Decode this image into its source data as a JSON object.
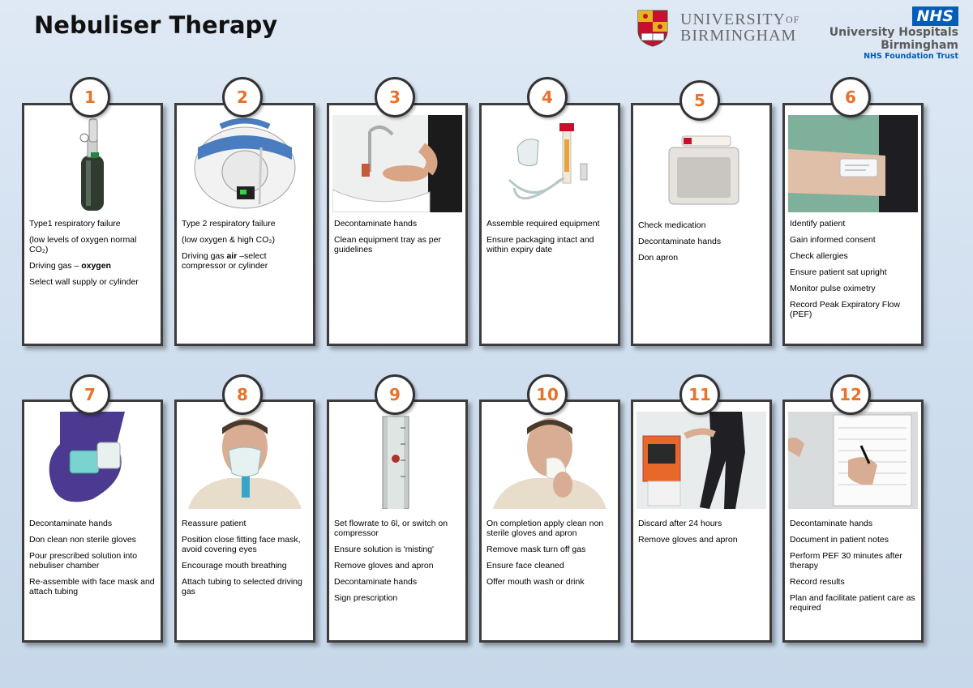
{
  "title": "Nebuliser Therapy",
  "logos": {
    "uob_line1": "UNIVERSITY",
    "uob_of": "OF",
    "uob_line2": "BIRMINGHAM",
    "nhs_badge": "NHS",
    "nhs_line1": "University Hospitals",
    "nhs_line2": "Birmingham",
    "nhs_trust": "NHS Foundation Trust"
  },
  "colors": {
    "step_number": "#e8722a",
    "nhs_blue": "#005eb8",
    "card_border": "#3d3d3d"
  },
  "steps": [
    {
      "number": "1",
      "image": "oxygen-cylinder",
      "items": [
        "Type1 respiratory failure",
        "(low levels of oxygen normal CO₂)",
        "Driving gas – oxygen",
        "Select wall supply or cylinder"
      ]
    },
    {
      "number": "2",
      "image": "air-compressor",
      "items": [
        "Type 2 respiratory failure",
        "(low oxygen & high CO₂)",
        "Driving gas air –select compressor or cylinder"
      ]
    },
    {
      "number": "3",
      "image": "hand-washing",
      "items": [
        "Decontaminate hands",
        "Clean equipment tray as per guidelines"
      ]
    },
    {
      "number": "4",
      "image": "nebuliser-equipment",
      "items": [
        "Assemble required equipment",
        "Ensure packaging intact and within expiry date"
      ]
    },
    {
      "number": "5",
      "image": "medication-tray",
      "items": [
        "Check medication",
        "Decontaminate hands",
        "Don apron"
      ]
    },
    {
      "number": "6",
      "image": "patient-wristband",
      "items": [
        "Identify patient",
        "Gain informed consent",
        "Check allergies",
        "Ensure patient sat upright",
        "Monitor pulse oximetry",
        "Record Peak Expiratory Flow (PEF)"
      ]
    },
    {
      "number": "7",
      "image": "gloved-hand-chamber",
      "items": [
        "Decontaminate hands",
        "Don clean non sterile gloves",
        "Pour prescribed solution into nebuliser chamber",
        "Re-assemble with face mask and attach tubing"
      ]
    },
    {
      "number": "8",
      "image": "patient-face-mask",
      "items": [
        "Reassure patient",
        "Position close fitting face mask, avoid covering eyes",
        "Encourage mouth breathing",
        "Attach tubing to selected driving gas"
      ]
    },
    {
      "number": "9",
      "image": "flowmeter",
      "items": [
        "Set flowrate to 6l, or switch on compressor",
        "Ensure solution is 'misting'",
        "Remove gloves and apron",
        "Decontaminate hands",
        "Sign prescription"
      ]
    },
    {
      "number": "10",
      "image": "patient-wiping-face",
      "items": [
        "On completion apply clean non sterile gloves and apron",
        "Remove mask turn off gas",
        "Ensure face cleaned",
        "Offer mouth wash or drink"
      ]
    },
    {
      "number": "11",
      "image": "clinical-waste-bin",
      "items": [
        "Discard after 24 hours",
        "Remove gloves and apron"
      ]
    },
    {
      "number": "12",
      "image": "documenting-notes",
      "items": [
        "Decontaminate hands",
        "Document in patient notes",
        "Perform PEF 30 minutes after therapy",
        "Record results",
        "Plan and facilitate patient care as required"
      ]
    }
  ]
}
